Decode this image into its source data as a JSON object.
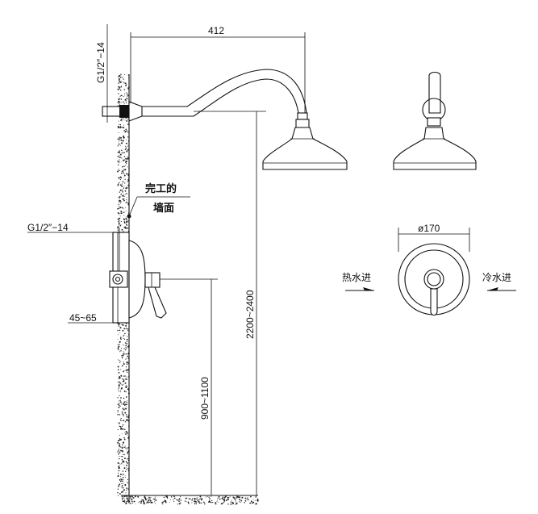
{
  "dimensions": {
    "top_inlet_thread": "G1/2″−14",
    "arm_reach": "412",
    "finished_wall_line1": "完工的",
    "finished_wall_line2": "墙面",
    "valve_inlet_thread": "G1/2″−14",
    "valve_depth": "45~65",
    "showerhead_height": "2200~2400",
    "valve_height": "900~1100",
    "escutcheon_diameter": "ø170",
    "hot_inlet": "热水进",
    "cold_inlet": "冷水进"
  },
  "colors": {
    "line": "#111111",
    "background": "#ffffff"
  }
}
